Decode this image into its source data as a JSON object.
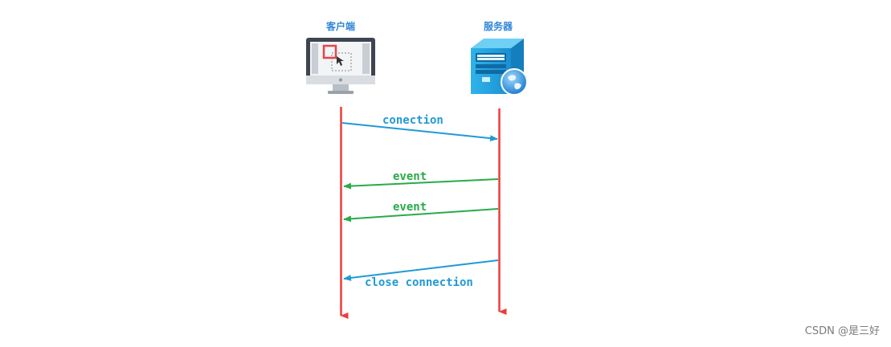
{
  "participants": {
    "client": {
      "label": "客户端",
      "icon": "desktop-monitor-icon"
    },
    "server": {
      "label": "服务器",
      "icon": "server-globe-icon"
    }
  },
  "colors": {
    "lifeline": "#ef3b3b",
    "blue_message": "#1f9ad6",
    "green_message": "#2aaa49",
    "participant_label": "#2f86d9"
  },
  "messages": [
    {
      "label": "conection",
      "from": "client",
      "to": "server",
      "color": "#1f9ad6"
    },
    {
      "label": "event",
      "from": "server",
      "to": "client",
      "color": "#2aaa49"
    },
    {
      "label": "event",
      "from": "server",
      "to": "client",
      "color": "#2aaa49"
    },
    {
      "label": "close connection",
      "from": "server",
      "to": "client",
      "color": "#1f9ad6"
    }
  ],
  "watermark": "CSDN @是三好"
}
